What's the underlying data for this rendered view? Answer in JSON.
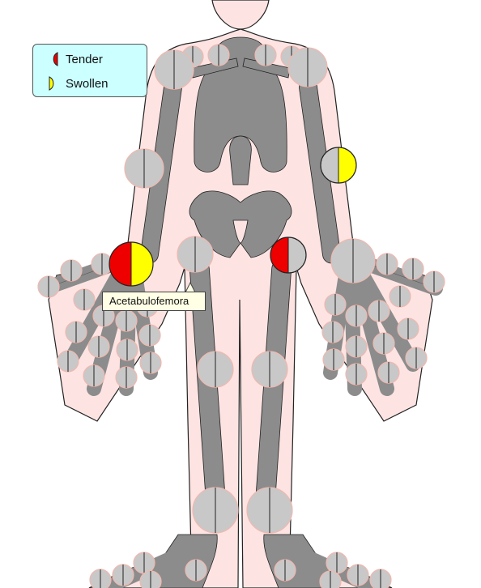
{
  "legend": {
    "tender_label": "Tender",
    "swollen_label": "Swollen"
  },
  "tooltip": {
    "text": "Acetabulofemora"
  },
  "colors": {
    "tender": "#ee0000",
    "swollen": "#ffff00",
    "joint_fill": "#c8c8c8",
    "bone": "#8c8c8c",
    "skin": "#fde4e2",
    "legend_bg": "#ccffff",
    "tooltip_bg": "#ffffe6"
  },
  "joint_states": {
    "left_shoulder": "normal",
    "right_shoulder": "normal",
    "left_elbow": "normal",
    "right_elbow": "swollen",
    "left_wrist": "tender-swollen",
    "right_wrist": "normal",
    "left_hip": "normal",
    "right_hip": "tender",
    "left_knee": "normal",
    "right_knee": "normal",
    "left_ankle": "normal",
    "right_ankle": "normal"
  }
}
